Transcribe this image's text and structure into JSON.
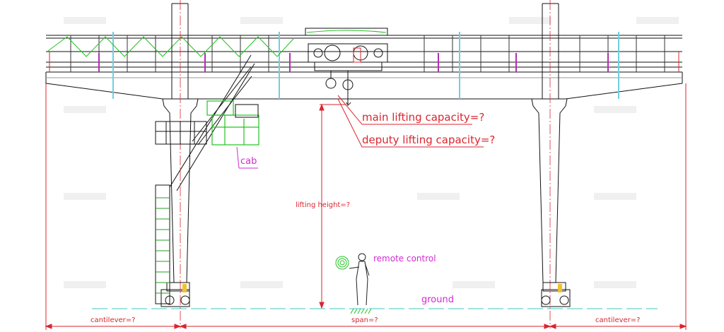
{
  "watermark": "AICRANE",
  "labels": {
    "main_lifting_capacity": "main lifting capacity=?",
    "deputy_lifting_capacity": "deputy lifting capacity=?",
    "cab": "cab",
    "lifting_height": "lifting height=?",
    "remote_control": "remote control",
    "ground": "ground",
    "cantilever_left": "cantilever=?",
    "span": "span=?",
    "cantilever_right": "cantilever=?"
  },
  "colors": {
    "structure": "#000000",
    "dimension": "#d9262f",
    "annotation": "#d22ad2",
    "cab": "#22c322",
    "ground_line": "#3cc8c0",
    "rail_marks": "#6fd0e0"
  }
}
